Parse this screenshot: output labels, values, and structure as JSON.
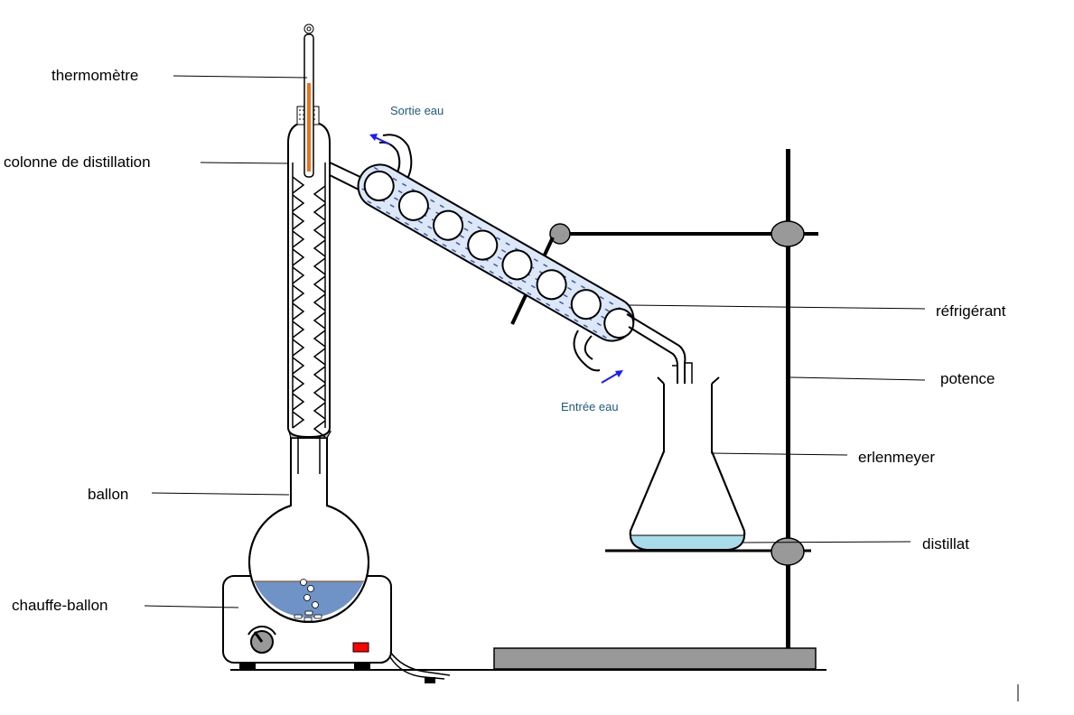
{
  "labels": {
    "thermometre": "thermomètre",
    "colonne": "colonne de distillation",
    "ballon": "ballon",
    "chauffe_ballon": "chauffe-ballon",
    "refrigerant": "réfrigérant",
    "potence": "potence",
    "erlenmeyer": "erlenmeyer",
    "distillat": "distillat",
    "sortie_eau": "Sortie eau",
    "entree_eau": "Entrée eau"
  },
  "colors": {
    "water_label": "#1f5a7a",
    "arrow": "#1a1aff",
    "liquid_flask": "#6f93c6",
    "distillate": "#a8dcea",
    "thermometer_fluid": "#e8731c",
    "stand_clamp": "#999999",
    "indicator_light": "#ff0000",
    "coolant": "#dce8f7"
  },
  "icons": [
    "thermometer-icon",
    "heating-mantle-knob-icon",
    "indicator-light-icon",
    "water-flow-arrow-icon"
  ]
}
